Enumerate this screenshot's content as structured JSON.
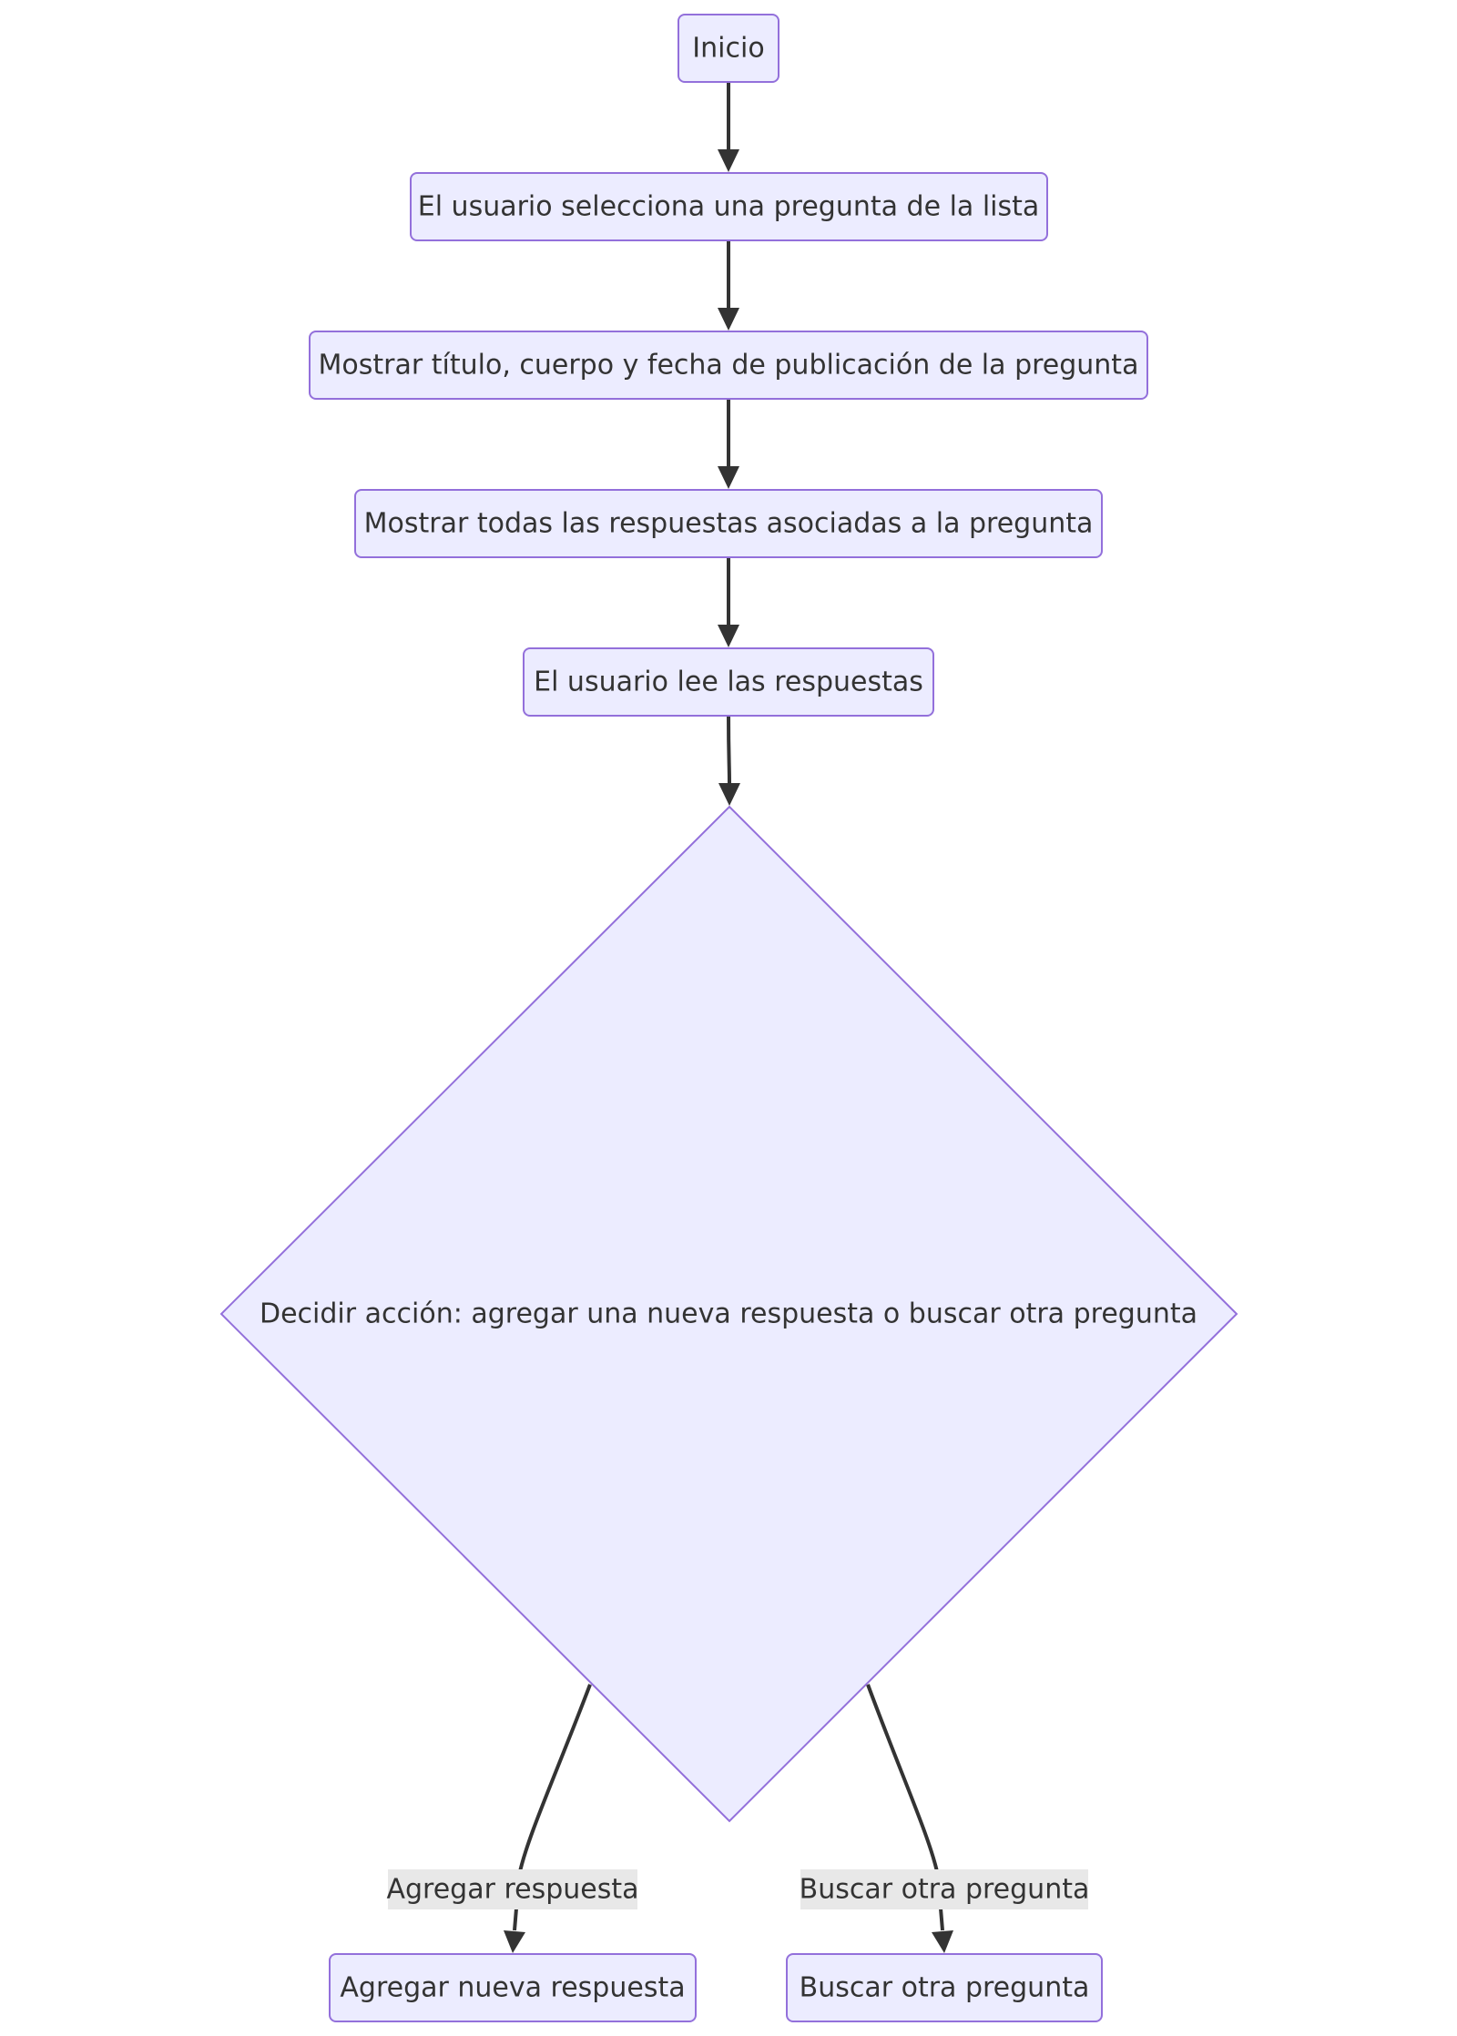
{
  "nodes": {
    "start": {
      "label": "Inicio"
    },
    "select": {
      "label": "El usuario selecciona una pregunta de la lista"
    },
    "show_question": {
      "label": "Mostrar título, cuerpo y fecha de publicación de la pregunta"
    },
    "show_answers": {
      "label": "Mostrar todas las respuestas asociadas a la pregunta"
    },
    "read_answers": {
      "label": "El usuario lee las respuestas"
    },
    "decide": {
      "label": "Decidir acción: agregar una nueva respuesta o buscar otra pregunta"
    },
    "add_answer": {
      "label": "Agregar nueva respuesta"
    },
    "search_other": {
      "label": "Buscar otra pregunta"
    }
  },
  "edges": {
    "to_add": {
      "label": "Agregar respuesta"
    },
    "to_search": {
      "label": "Buscar otra pregunta"
    }
  },
  "colors": {
    "node_fill": "#ececff",
    "node_stroke": "#9370db",
    "edge": "#333333",
    "text": "#333333",
    "edge_label_bg": "#e8e8e8"
  }
}
